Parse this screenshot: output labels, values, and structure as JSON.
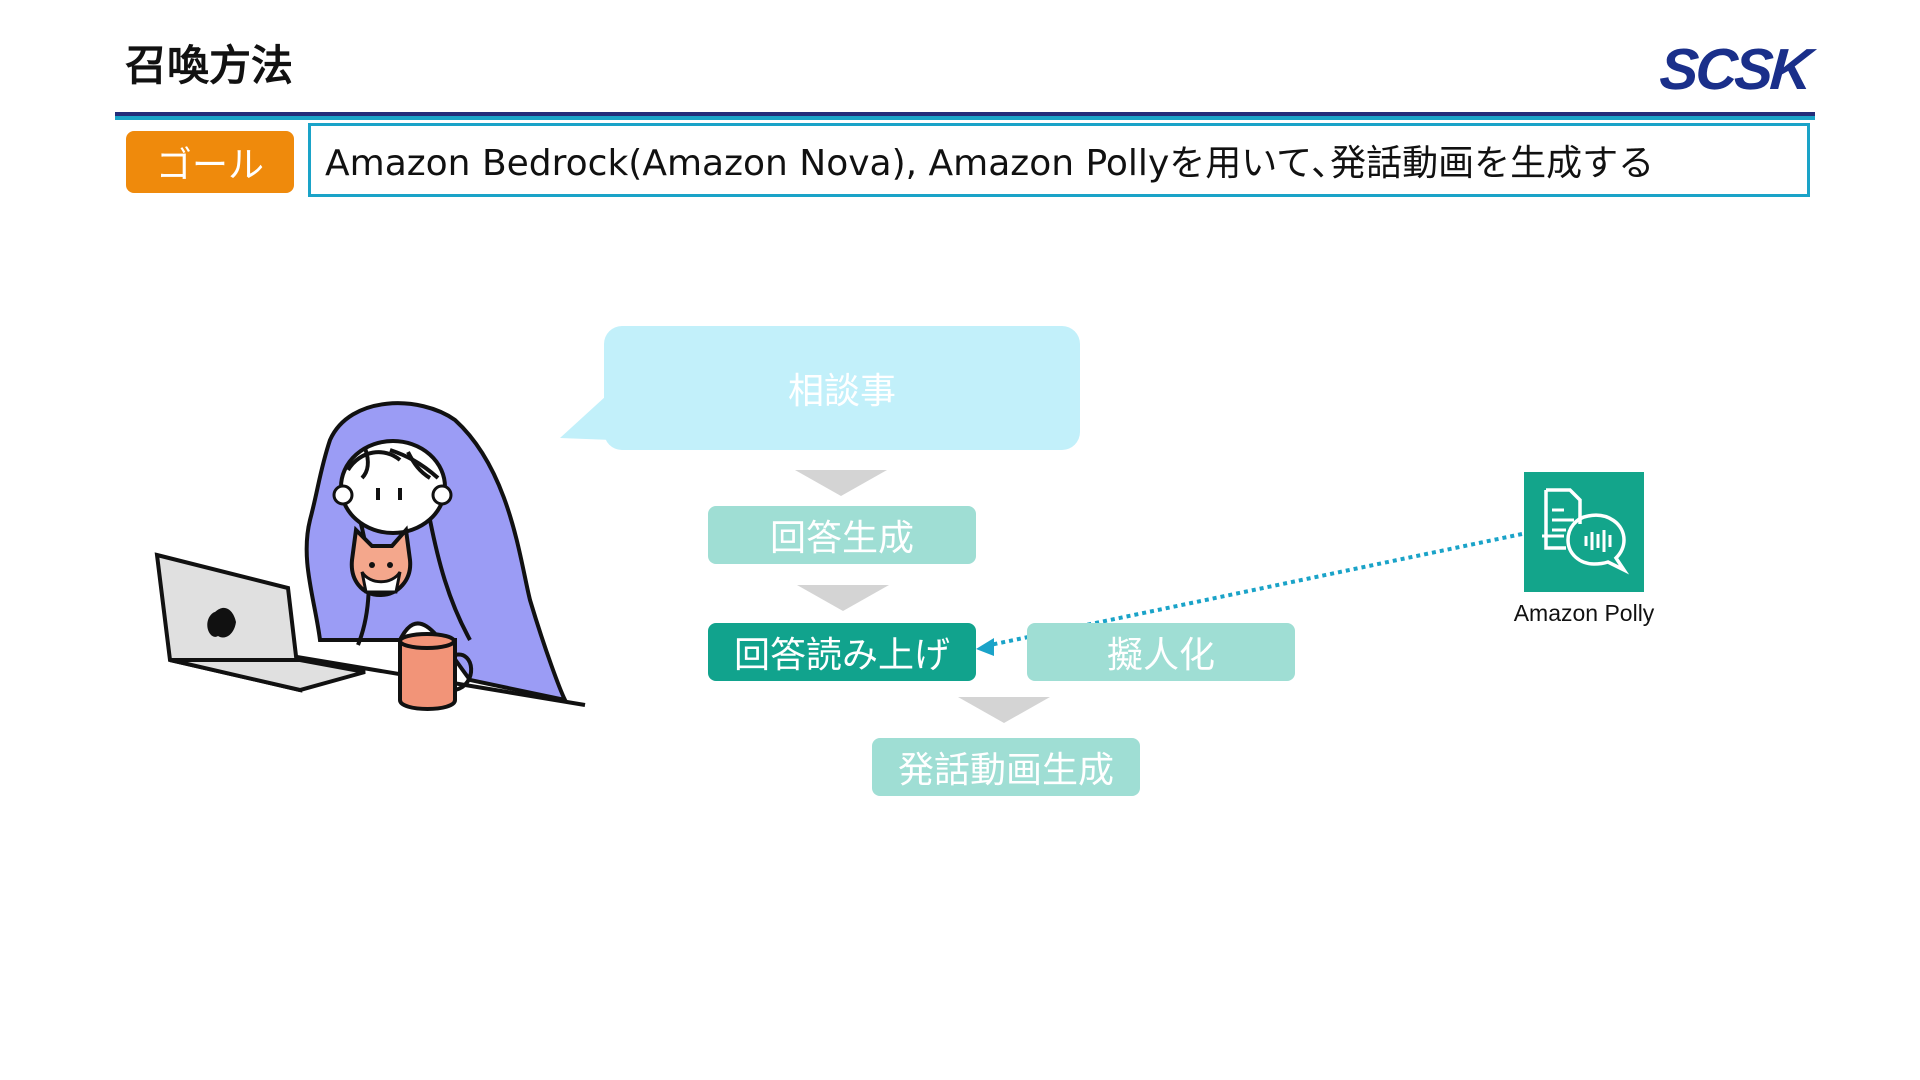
{
  "header": {
    "title": "召喚方法",
    "logo_text": "SCSK"
  },
  "goal": {
    "badge_label": "ゴール",
    "text": "Amazon Bedrock(Amazon Nova), Amazon Pollyを用いて､発話動画を生成する"
  },
  "flow": {
    "bubble_label": "相談事",
    "step_answer_generation": "回答生成",
    "step_answer_readout": "回答読み上げ",
    "step_personification": "擬人化",
    "step_video_generation": "発話動画生成"
  },
  "service": {
    "name": "Amazon Polly",
    "icon": "amazon-polly-icon"
  },
  "colors": {
    "accent_orange": "#ef8a0c",
    "accent_cyan": "#1aa3c8",
    "navy": "#232c7a",
    "active_step": "#11a38d",
    "inactive_step": "#9fded4",
    "bubble": "#c2f0fa"
  }
}
